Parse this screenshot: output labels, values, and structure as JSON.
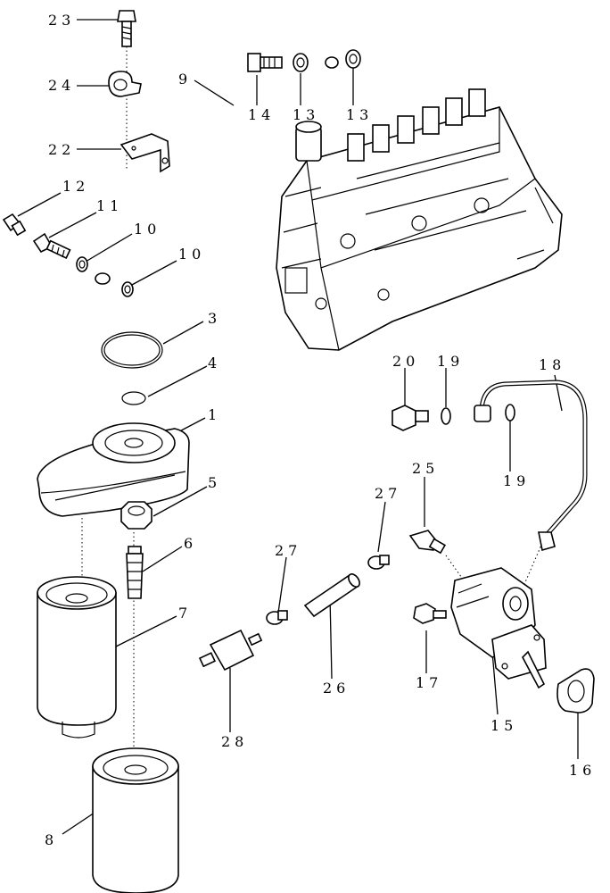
{
  "labels": {
    "l1": "1",
    "l3": "3",
    "l4": "4",
    "l5": "5",
    "l6": "6",
    "l7": "7",
    "l8": "8",
    "l9": "9",
    "l10a": "10",
    "l10b": "10",
    "l11": "11",
    "l12": "12",
    "l13a": "13",
    "l13b": "13",
    "l14": "14",
    "l15": "15",
    "l16": "16",
    "l17": "17",
    "l18": "18",
    "l19a": "19",
    "l19b": "19",
    "l20": "20",
    "l22": "22",
    "l23": "23",
    "l24": "24",
    "l25": "25",
    "l26": "26",
    "l27a": "27",
    "l27b": "27",
    "l28": "28"
  }
}
